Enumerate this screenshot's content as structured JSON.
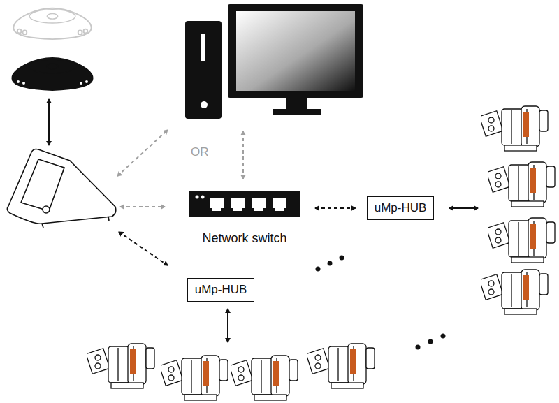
{
  "diagram": {
    "nodes": [
      {
        "text": [
          "Network switch"
        ]
      },
      {
        "text": [
          "uMp-HUB"
        ]
      },
      {
        "text": [
          "uMp-HUB"
        ]
      }
    ],
    "edges": [
      {
        "from": 0,
        "to": 1,
        "arrow": "both"
      }
    ],
    "labels": [
      "OR"
    ]
  }
}
